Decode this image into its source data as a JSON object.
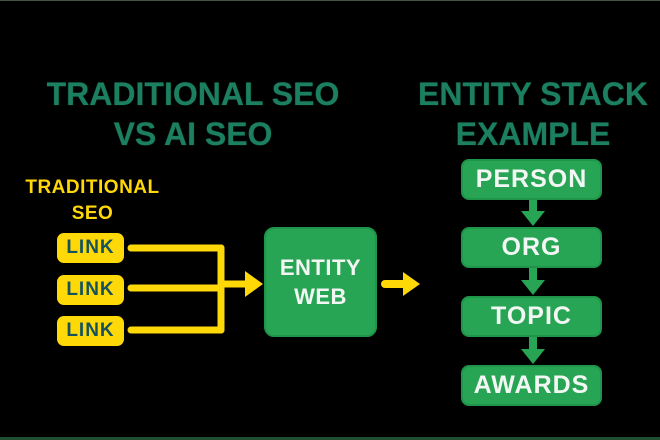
{
  "page": {
    "background_color": "#000000",
    "edge_line_color": "#245c38"
  },
  "colors": {
    "title_green": "#1b7f60",
    "box_green": "#27a554",
    "box_green_border": "#1e9549",
    "yellow": "#ffd808",
    "link_text_teal": "#15525c",
    "box_text_white": "#f2f7f3"
  },
  "left_panel": {
    "title_line1": "TRADITIONAL SEO",
    "title_line2": "VS AI SEO",
    "label_line1": "TRADITIONAL",
    "label_line2": "SEO",
    "links": [
      {
        "label": "LINK"
      },
      {
        "label": "LINK"
      },
      {
        "label": "LINK"
      }
    ],
    "entity_web": {
      "line1": "ENTITY",
      "line2": "WEB"
    }
  },
  "right_panel": {
    "title_line1": "ENTITY STACK",
    "title_line2": "EXAMPLE",
    "stack": [
      {
        "label": "PERSON"
      },
      {
        "label": "ORG"
      },
      {
        "label": "TOPIC"
      },
      {
        "label": "AWARDS"
      }
    ]
  },
  "icons": {
    "merge_arrow": "yellow-merge-right-arrow",
    "flow_arrow": "yellow-right-arrow",
    "stack_arrow": "green-down-arrow"
  }
}
